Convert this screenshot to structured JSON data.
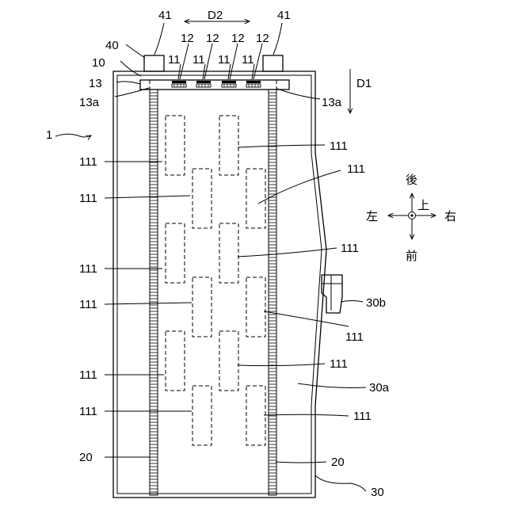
{
  "figure": {
    "ref_apparatus": "1",
    "ref_belt_assembly": "10",
    "ref_contact_11": "11",
    "ref_contact_12": "12",
    "ref_plate": "13",
    "ref_plate_end": "13a",
    "ref_belt": "20",
    "ref_outer_case": "30",
    "ref_case_surface": "30a",
    "ref_connector": "30b",
    "ref_holder": "40",
    "ref_post": "41",
    "ref_cell": "111",
    "dir_stack": "D1",
    "dir_width": "D2",
    "compass": {
      "back": "後",
      "up": "上",
      "left": "左",
      "right": "右",
      "front": "前"
    }
  }
}
